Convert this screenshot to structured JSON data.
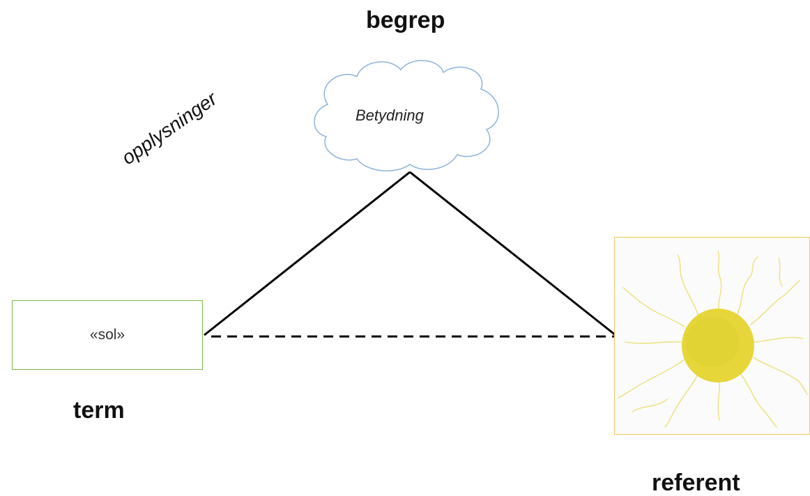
{
  "labels": {
    "begrep": "begrep",
    "term": "term",
    "referent": "referent",
    "opplysninger": "opplysninger"
  },
  "cloud": {
    "text": "Betydning",
    "stroke_color": "#8fb3d9"
  },
  "term_box": {
    "text": "«sol»",
    "border_color": "#79b84a"
  },
  "referent_image": {
    "depicts": "hand-drawn yellow sun",
    "border_color": "#f2c75a",
    "sun_color": "#e6d63a"
  },
  "lines": {
    "color": "#000000"
  }
}
